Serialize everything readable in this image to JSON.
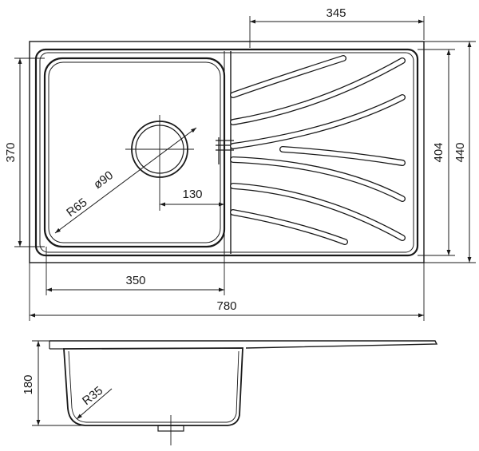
{
  "drawing": {
    "top_view": {
      "dim_drainer_width": "345",
      "dim_bowl_height": "370",
      "dim_inner_height": "404",
      "dim_outer_height": "440",
      "dim_corner_radius": "R65",
      "dim_waste_diameter": "ø90",
      "dim_waste_offset": "130",
      "dim_bowl_width": "350",
      "dim_overall_width": "780"
    },
    "side_view": {
      "dim_depth": "180",
      "dim_bottom_radius": "R35"
    },
    "colors": {
      "line": "#1a1a1a",
      "background": "#ffffff"
    }
  }
}
